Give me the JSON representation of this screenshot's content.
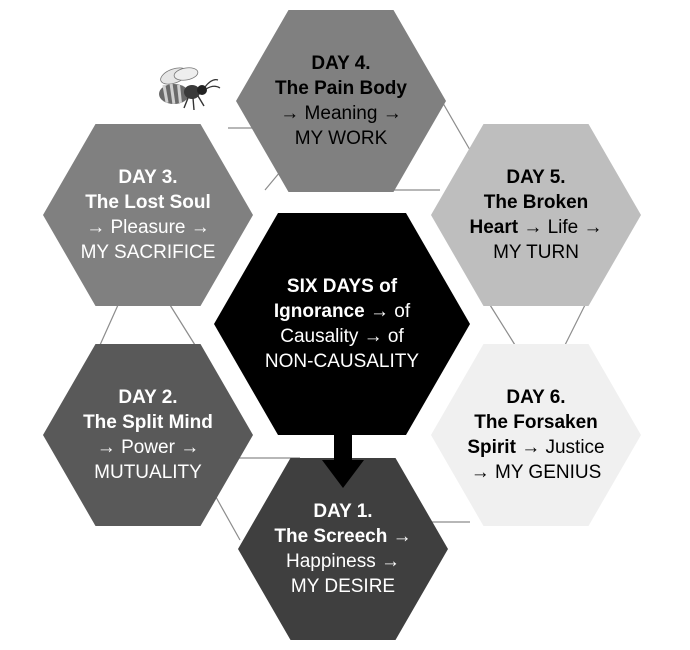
{
  "center": {
    "line1_bold": "SIX DAYS of",
    "line2_bold": "Ignorance →",
    "line2_rest": " of",
    "line3": "Causality → of",
    "line4": "NON-CAUSALITY"
  },
  "days": [
    {
      "key": "day4",
      "title": "DAY 4.",
      "bold": "The Pain Body →",
      "rest": "Meaning → MY WORK"
    },
    {
      "key": "day5",
      "title": "DAY 5.",
      "bold": "The Broken Heart →",
      "rest": "Life → MY TURN"
    },
    {
      "key": "day6",
      "title": "DAY 6.",
      "bold": "The Forsaken Spirit →",
      "rest": "Justice → MY GENIUS"
    },
    {
      "key": "day1",
      "title": "DAY 1.",
      "bold": "The Screech",
      "rest": "→ Happiness → MY DESIRE"
    },
    {
      "key": "day2",
      "title": "DAY 2.",
      "bold": "The Split Mind →",
      "rest": "Power → MUTUALITY"
    },
    {
      "key": "day3",
      "title": "DAY 3.",
      "bold": "The Lost Soul",
      "rest": "→ Pleasure → MY SACRIFICE"
    }
  ],
  "colors": {
    "center_fill": "#000000",
    "day4_fill": "#808080",
    "day5_fill": "#bebebe",
    "day6_fill": "#f0f0f0",
    "day1_fill": "#3f3f3f",
    "day2_fill": "#595959",
    "day3_fill": "#808080",
    "link_line": "#8c8c8c",
    "arrow": "#000000"
  },
  "icons": {
    "decoration": "bee-icon",
    "flow": "down-arrow-icon"
  }
}
